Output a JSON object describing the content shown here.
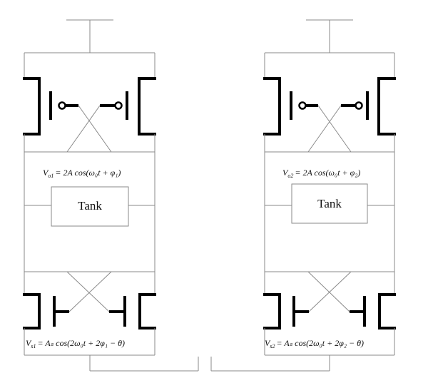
{
  "oscillators": [
    {
      "id": "osc1",
      "tank_label": "Tank",
      "output_eq": {
        "lhs": "V",
        "lhs_sub": "o1",
        "rhs": "= 2A cos(ω₀t + φ₁)"
      },
      "source_eq": {
        "lhs": "V",
        "lhs_sub": "s1",
        "rhs": "= Aₛ cos(2ω₀t + 2φ₁ − θ)"
      }
    },
    {
      "id": "osc2",
      "tank_label": "Tank",
      "output_eq": {
        "lhs": "V",
        "lhs_sub": "o2",
        "rhs": "= 2A cos(ω₀t + φ₂)"
      },
      "source_eq": {
        "lhs": "V",
        "lhs_sub": "s2",
        "rhs": "= Aₛ cos(2ω₀t + 2φ₂ − θ)"
      }
    }
  ]
}
